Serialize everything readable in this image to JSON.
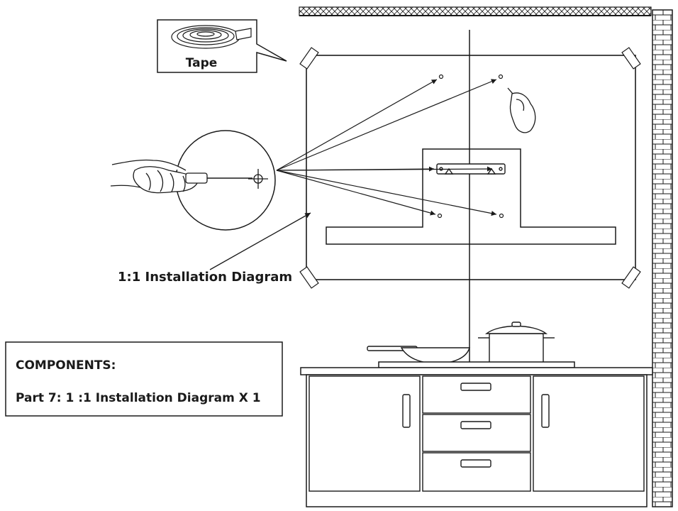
{
  "tape_callout": {
    "label": "Tape"
  },
  "diagram_callout": {
    "label": "1:1 Installation Diagram"
  },
  "components": {
    "heading": "COMPONENTS:",
    "part_line": "Part 7:  1 :1 Installation Diagram X 1"
  },
  "colors": {
    "ink": "#1a1a1a",
    "background": "#ffffff"
  }
}
